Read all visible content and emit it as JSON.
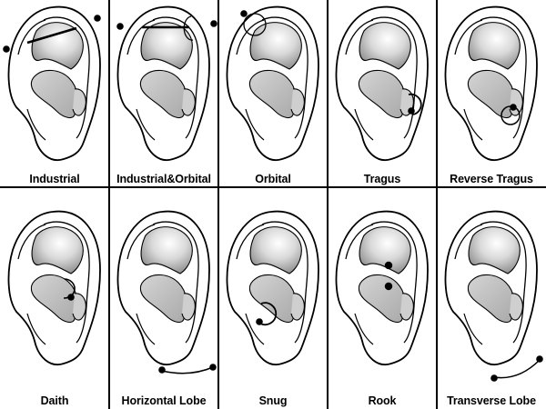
{
  "colors": {
    "line": "#000000",
    "fill_light": "#e4e4e4",
    "fill_mid": "#bdbdbd",
    "fill_dark": "#8f8f8f",
    "background": "#ffffff"
  },
  "panels": [
    {
      "id": "industrial",
      "label": "Industrial",
      "icon": "ear-industrial-piercing-icon"
    },
    {
      "id": "industrial-orbital",
      "label": "Industrial&Orbital",
      "icon": "ear-industrial-orbital-piercing-icon"
    },
    {
      "id": "orbital",
      "label": "Orbital",
      "icon": "ear-orbital-piercing-icon"
    },
    {
      "id": "tragus",
      "label": "Tragus",
      "icon": "ear-tragus-piercing-icon"
    },
    {
      "id": "reverse-tragus",
      "label": "Reverse Tragus",
      "icon": "ear-reverse-tragus-piercing-icon"
    },
    {
      "id": "daith",
      "label": "Daith",
      "icon": "ear-daith-piercing-icon"
    },
    {
      "id": "horizontal-lobe",
      "label": "Horizontal Lobe",
      "icon": "ear-horizontal-lobe-piercing-icon"
    },
    {
      "id": "snug",
      "label": "Snug",
      "icon": "ear-snug-piercing-icon"
    },
    {
      "id": "rook",
      "label": "Rook",
      "icon": "ear-rook-piercing-icon"
    },
    {
      "id": "transverse-lobe",
      "label": "Transverse Lobe",
      "icon": "ear-transverse-lobe-piercing-icon"
    }
  ]
}
